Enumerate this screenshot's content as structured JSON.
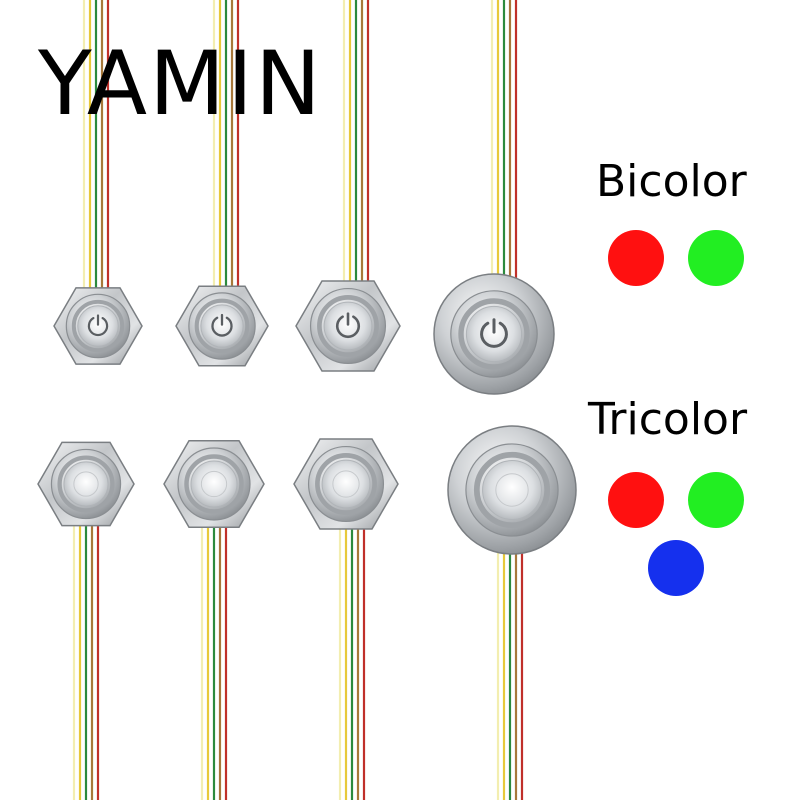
{
  "brand": "YAMIN",
  "groups": [
    {
      "label": "Bicolor",
      "colors": [
        "#ff1010",
        "#22ee22"
      ]
    },
    {
      "label": "Tricolor",
      "colors": [
        "#ff1010",
        "#22ee22",
        "#1530ee"
      ]
    }
  ],
  "products": {
    "top_row": {
      "symbol": "power-icon",
      "count": 4
    },
    "bottom_row": {
      "symbol": "ring",
      "count": 4
    }
  },
  "wire_colors": [
    "#f3eeb0",
    "#e7c93a",
    "#2b8a3e",
    "#a7783a",
    "#c0302a"
  ]
}
